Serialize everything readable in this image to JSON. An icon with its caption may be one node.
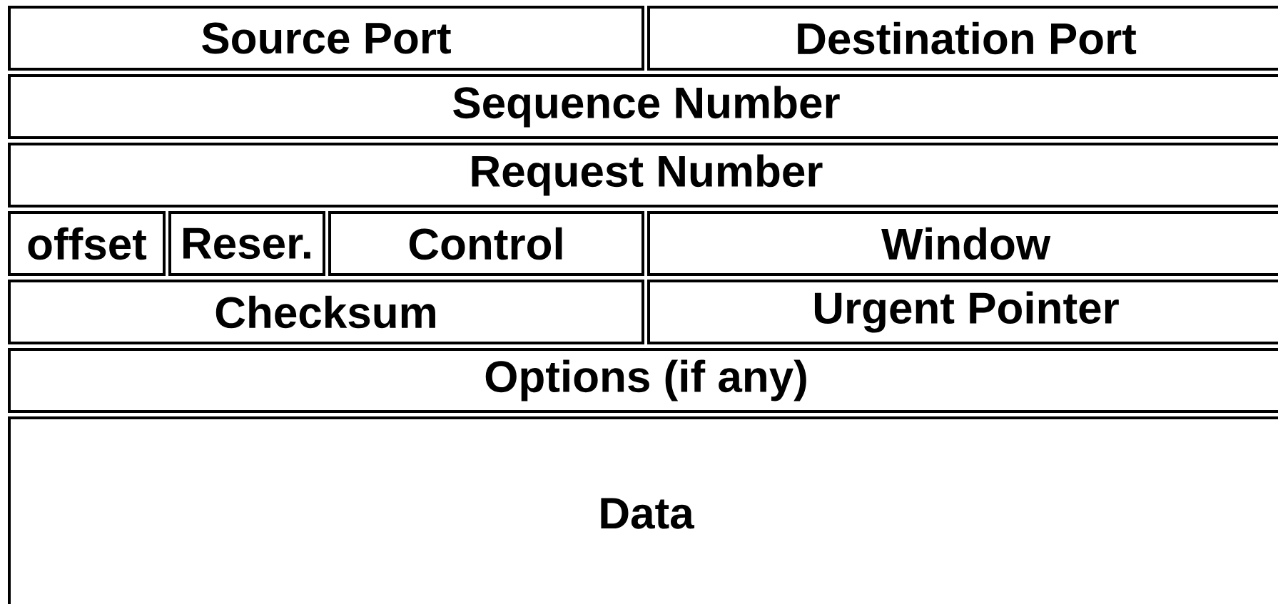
{
  "diagram": {
    "nodes": [
      {
        "text": [
          "Source Port"
        ]
      },
      {
        "text": [
          "Destination Port"
        ]
      },
      {
        "text": [
          "Sequence Number"
        ]
      },
      {
        "text": [
          "Request Number"
        ]
      },
      {
        "text": [
          "offset"
        ]
      },
      {
        "text": [
          "Reser."
        ]
      },
      {
        "text": [
          "Control"
        ]
      },
      {
        "text": [
          "Window"
        ]
      },
      {
        "text": [
          "Checksum"
        ]
      },
      {
        "text": [
          "Urgent Pointer"
        ]
      },
      {
        "text": [
          "Options (if any)"
        ]
      },
      {
        "text": [
          "Data"
        ]
      }
    ]
  }
}
